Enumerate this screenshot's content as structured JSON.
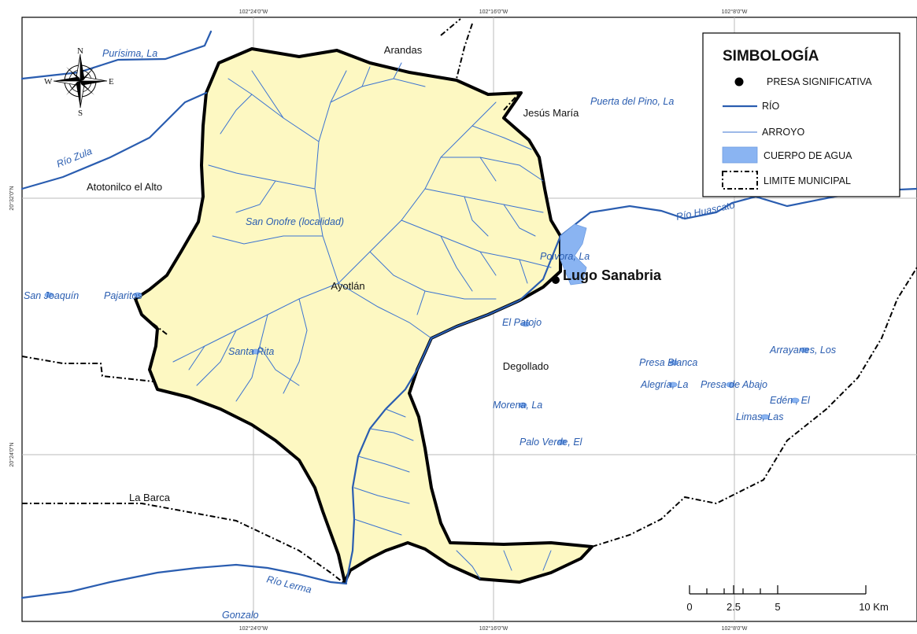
{
  "coordinates": {
    "top": [
      "102°24'0\"W",
      "102°16'0\"W",
      "102°8'0\"W"
    ],
    "bottom": [
      "102°24'0\"W",
      "102°16'0\"W",
      "102°8'0\"W"
    ],
    "left": [
      "20°32'0\"N",
      "20°24'0\"N"
    ]
  },
  "towns": {
    "arandas": "Arandas",
    "jesus_maria": "Jesús María",
    "atotonilco": "Atotonilco el Alto",
    "ayotlan": "Ayotlán",
    "degollado": "Degollado",
    "la_barca": "La Barca",
    "lugo_sanabria": "Lugo Sanabria"
  },
  "water_labels": {
    "purisima": "Purísima, La",
    "rio_zula": "Río Zula",
    "puerta_pino": "Puerta del Pino, La",
    "rio_huascato": "Río Huascato",
    "san_onofre": "San Onofre (localidad)",
    "polvora": "Polvora, La",
    "san_joaquin": "San Joaquín",
    "pajaritos": "Pajaritos",
    "el_patojo": "El Patojo",
    "santa_rita": "Santa Rita",
    "presa_blanca": "Presa Blanca",
    "arrayanes": "Arrayanes, Los",
    "alegria": "Alegría, La",
    "presa_abajo": "Presa de Abajo",
    "eden": "Edén , El",
    "limas": "Limas, Las",
    "morena": "Morena, La",
    "palo_verde": "Palo Verde, El",
    "rio_lerma": "Río Lerma",
    "gonzalo": "Gonzalo"
  },
  "legend": {
    "title": "SIMBOLOGÍA",
    "items": [
      "PRESA SIGNIFICATIVA",
      "RÍO",
      "ARROYO",
      "CUERPO DE AGUA",
      "LIMITE MUNICIPAL"
    ]
  },
  "scale": {
    "labels": [
      "0",
      "2.5",
      "5",
      "10 Km"
    ]
  },
  "compass": {
    "n": "N",
    "s": "S",
    "e": "E",
    "w": "W"
  },
  "colors": {
    "municipality_fill": "#fdf8c2",
    "river": "#2a5db0",
    "stream": "#3b73d1",
    "water_body": "#8ab4f2",
    "boundary": "#000000"
  }
}
